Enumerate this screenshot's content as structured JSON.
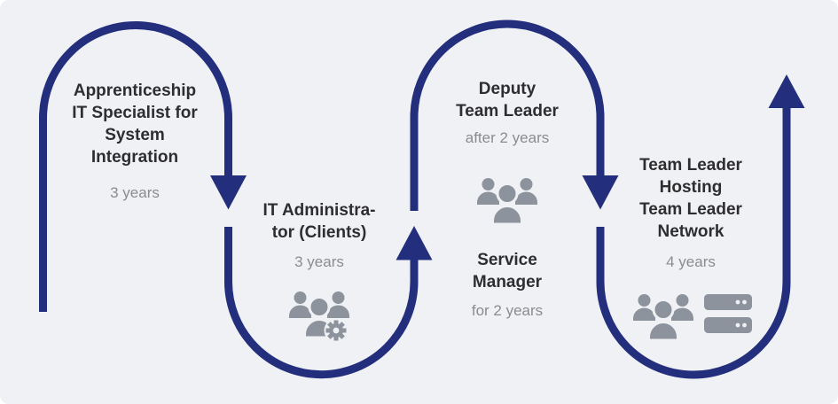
{
  "colors": {
    "background": "#f0f1f4",
    "path_navy": "#232e7d",
    "title_text": "#2e2e30",
    "subtitle_text": "#8c8c8e",
    "icon_gray": "#8c939d"
  },
  "diagram": {
    "type": "career-path-flow",
    "arrow_icons": [
      "arrow-down-icon",
      "arrow-up-icon",
      "arrow-down-icon",
      "arrow-up-icon"
    ]
  },
  "stations": [
    {
      "id": "apprenticeship",
      "title": "Apprenticeship\nIT Specialist for\nSystem\nIntegration",
      "duration": "3 years"
    },
    {
      "id": "it-administrator",
      "title": "IT Administra-\ntor (Clients)",
      "duration": "3 years",
      "icon": "team-gear-icon"
    },
    {
      "id": "deputy-team-leader",
      "title": "Deputy\nTeam Leader",
      "duration": "after 2 years",
      "icon": "team-icon"
    },
    {
      "id": "service-manager",
      "title": "Service\nManager",
      "duration": "for 2 years"
    },
    {
      "id": "team-leader",
      "title": "Team Leader\nHosting\nTeam Leader\nNetwork",
      "duration": "4 years",
      "icons": [
        "team-icon",
        "server-stack-icon"
      ]
    }
  ]
}
